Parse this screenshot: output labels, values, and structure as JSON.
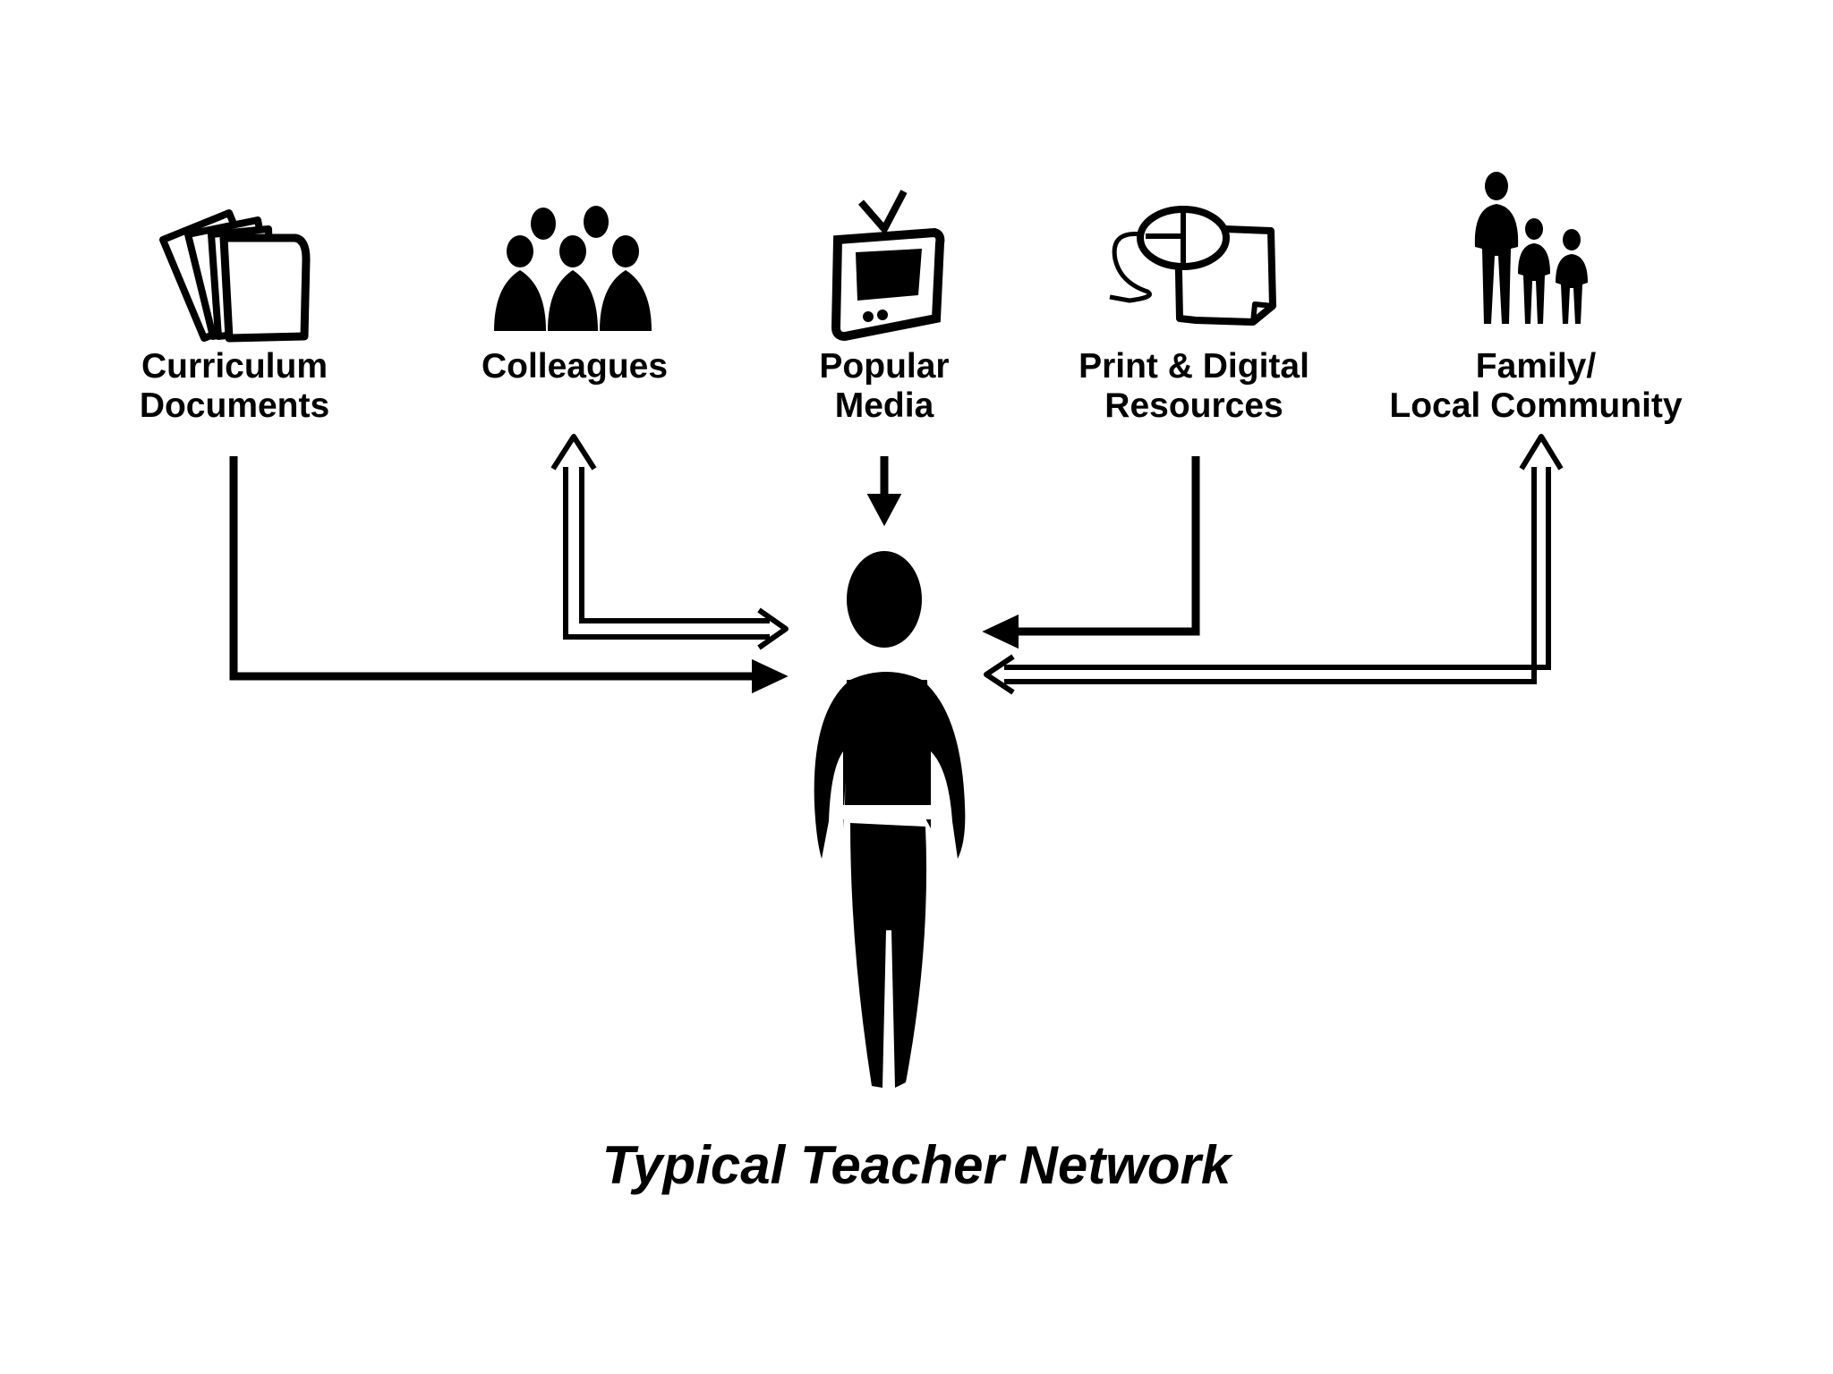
{
  "diagram": {
    "caption": "Typical Teacher Network",
    "colors": {
      "ink": "#000000",
      "background": "#ffffff"
    },
    "center": {
      "name": "teacher",
      "icon": "person-icon"
    },
    "sources": [
      {
        "id": "curriculum",
        "icon": "documents-icon",
        "label_lines": [
          "Curriculum",
          "Documents"
        ],
        "connection": "one-way-in"
      },
      {
        "id": "colleagues",
        "icon": "group-icon",
        "label_lines": [
          "Colleagues"
        ],
        "connection": "two-way"
      },
      {
        "id": "media",
        "icon": "television-icon",
        "label_lines": [
          "Popular",
          "Media"
        ],
        "connection": "one-way-in"
      },
      {
        "id": "print-digital",
        "icon": "mouse-and-page-icon",
        "label_lines": [
          "Print & Digital",
          "Resources"
        ],
        "connection": "one-way-in"
      },
      {
        "id": "family",
        "icon": "family-icon",
        "label_lines": [
          "Family/",
          "Local Community"
        ],
        "connection": "two-way"
      }
    ]
  }
}
